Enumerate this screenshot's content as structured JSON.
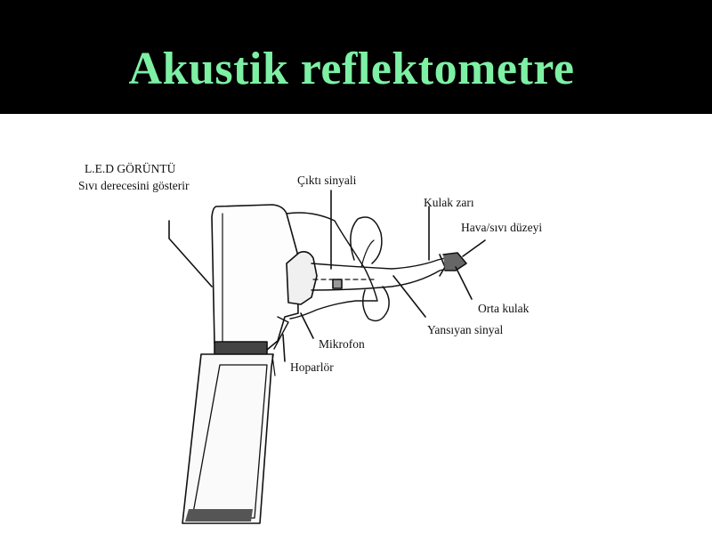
{
  "title": "Akustik reflektometre",
  "colors": {
    "title_text": "#7df0a4",
    "title_background": "#000000",
    "page_background": "#ffffff",
    "line": "#111111"
  },
  "labels": {
    "led_display": "L.E.D GÖRÜNTÜ",
    "fluid_level_indicator": "Sıvı derecesini gösterir",
    "output_signal": "Çıktı sinyali",
    "eardrum": "Kulak zarı",
    "air_fluid_level": "Hava/sıvı düzeyi",
    "middle_ear": "Orta kulak",
    "reflected_signal": "Yansıyan sinyal",
    "microphone": "Mikrofon",
    "speaker": "Hoparlör"
  }
}
